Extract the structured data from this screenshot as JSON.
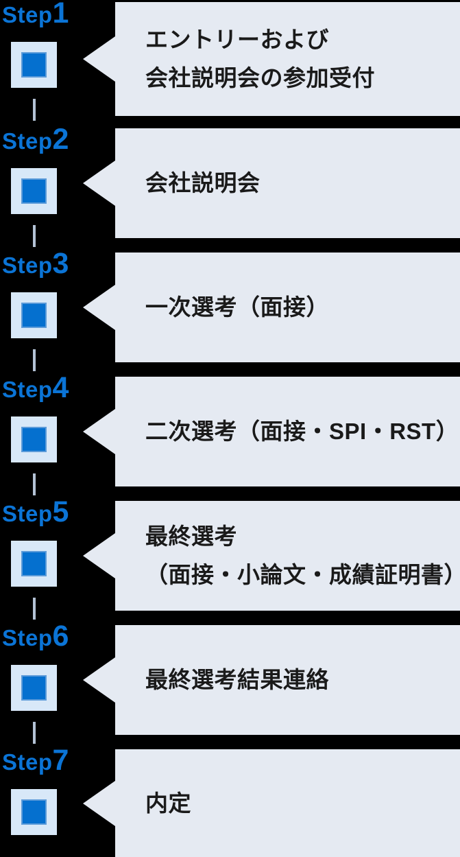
{
  "diagram": {
    "colors": {
      "background": "#000000",
      "accent_blue": "#0b74d6",
      "square_fill": "#0570cf",
      "square_border": "#5c9bd9",
      "box_bg": "#d8e8f8",
      "card_bg": "#e5eaf2",
      "connector": "#b3c2d5",
      "text": "#1a1a1a"
    },
    "steps": [
      {
        "label_prefix": "Step",
        "number": "1",
        "lines": [
          "エントリーおよび",
          "会社説明会の参加受付"
        ]
      },
      {
        "label_prefix": "Step",
        "number": "2",
        "lines": [
          "会社説明会"
        ]
      },
      {
        "label_prefix": "Step",
        "number": "3",
        "lines": [
          "一次選考（面接）"
        ]
      },
      {
        "label_prefix": "Step",
        "number": "4",
        "lines": [
          "二次選考（面接・SPI・RST）"
        ]
      },
      {
        "label_prefix": "Step",
        "number": "5",
        "lines": [
          "最終選考",
          "（面接・小論文・成績証明書）"
        ]
      },
      {
        "label_prefix": "Step",
        "number": "6",
        "lines": [
          "最終選考結果連絡"
        ]
      },
      {
        "label_prefix": "Step",
        "number": "7",
        "lines": [
          "内定"
        ]
      }
    ]
  }
}
